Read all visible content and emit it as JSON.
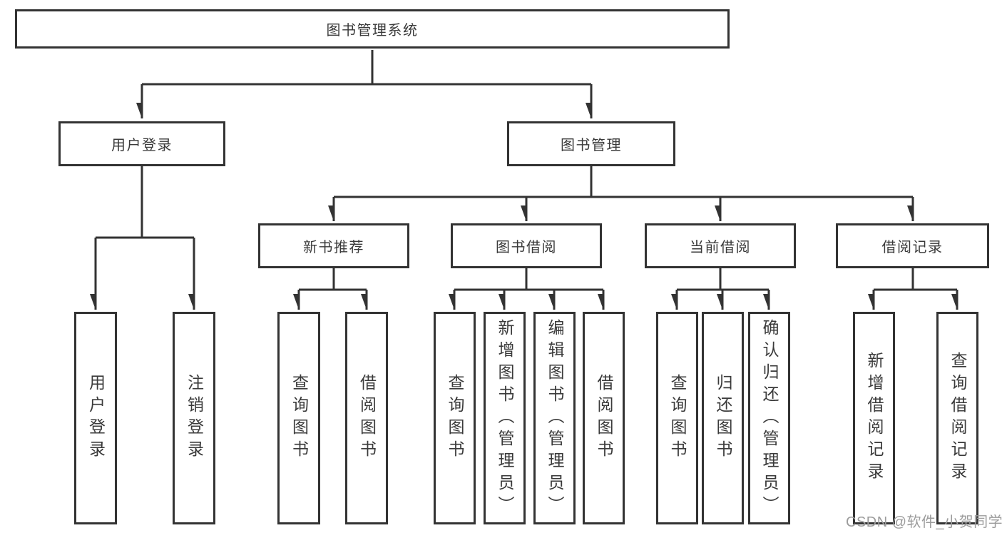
{
  "tree": {
    "label": "图书管理系统",
    "children": [
      {
        "label": "用户登录",
        "children": [
          {
            "label": "用户登录"
          },
          {
            "label": "注销登录"
          }
        ]
      },
      {
        "label": "图书管理",
        "children": [
          {
            "label": "新书推荐",
            "children": [
              {
                "label": "查询图书"
              },
              {
                "label": "借阅图书"
              }
            ]
          },
          {
            "label": "图书借阅",
            "children": [
              {
                "label": "查询图书"
              },
              {
                "label": "新增图书（管理员）"
              },
              {
                "label": "编辑图书（管理员）"
              },
              {
                "label": "借阅图书"
              }
            ]
          },
          {
            "label": "当前借阅",
            "children": [
              {
                "label": "查询图书"
              },
              {
                "label": "归还图书"
              },
              {
                "label": "确认归还（管理员）"
              }
            ]
          },
          {
            "label": "借阅记录",
            "children": [
              {
                "label": "新增借阅记录"
              },
              {
                "label": "查询借阅记录"
              }
            ]
          }
        ]
      }
    ]
  },
  "watermark": "CSDN @软件_小贺同学",
  "colors": {
    "line": "#333333",
    "text": "#3a3a3a",
    "watermark": "#9c9c9c",
    "background": "#ffffff"
  }
}
